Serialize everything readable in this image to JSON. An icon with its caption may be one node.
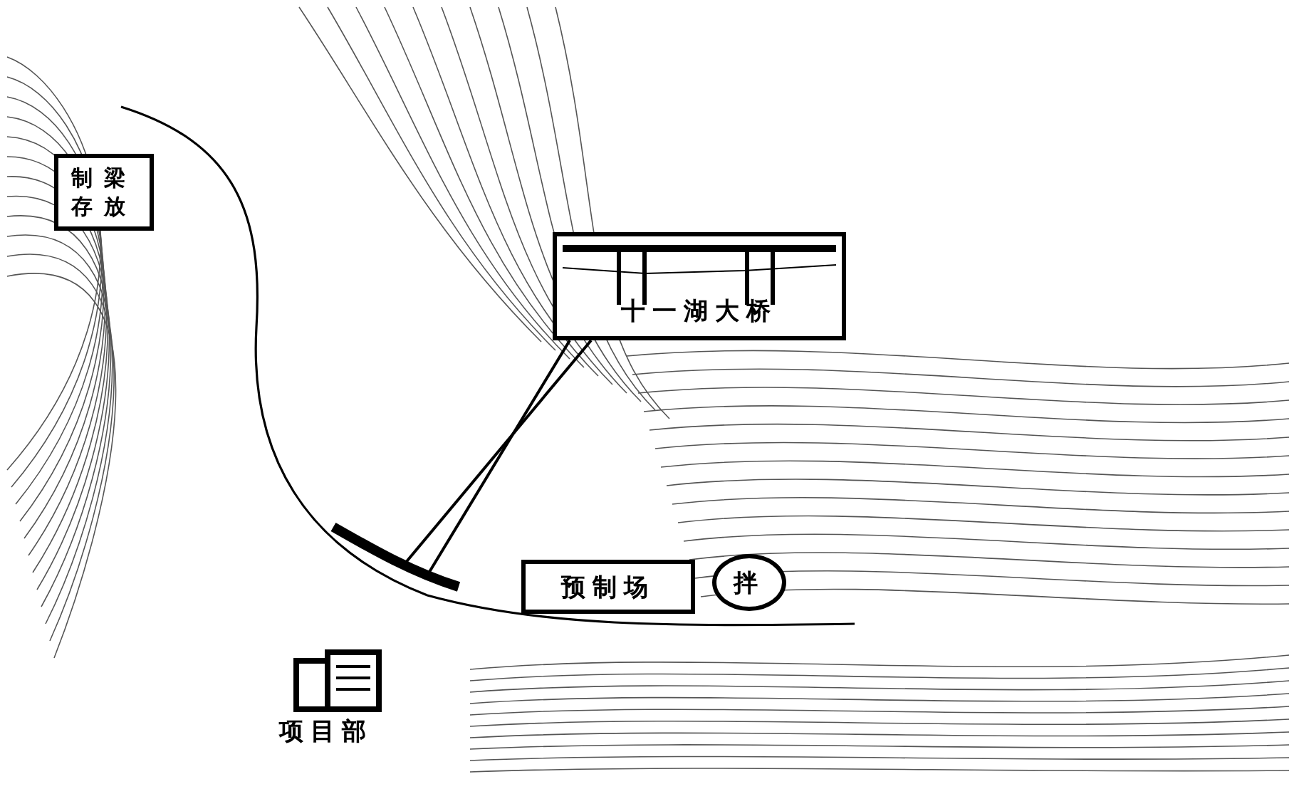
{
  "diagram": {
    "nodes": [
      {
        "text": [
          "制梁存放"
        ]
      },
      {
        "text": [
          "十一湖大桥"
        ]
      },
      {
        "text": [],
        "shape": "bar"
      },
      {
        "text": [
          "预制场"
        ]
      },
      {
        "text": [
          "拌"
        ]
      }
    ],
    "edges": [
      {
        "from": 1,
        "to": 2,
        "arrow": "none"
      },
      {
        "from": 1,
        "to": 2,
        "arrow": "none"
      }
    ],
    "labels": [
      "项目部"
    ]
  }
}
